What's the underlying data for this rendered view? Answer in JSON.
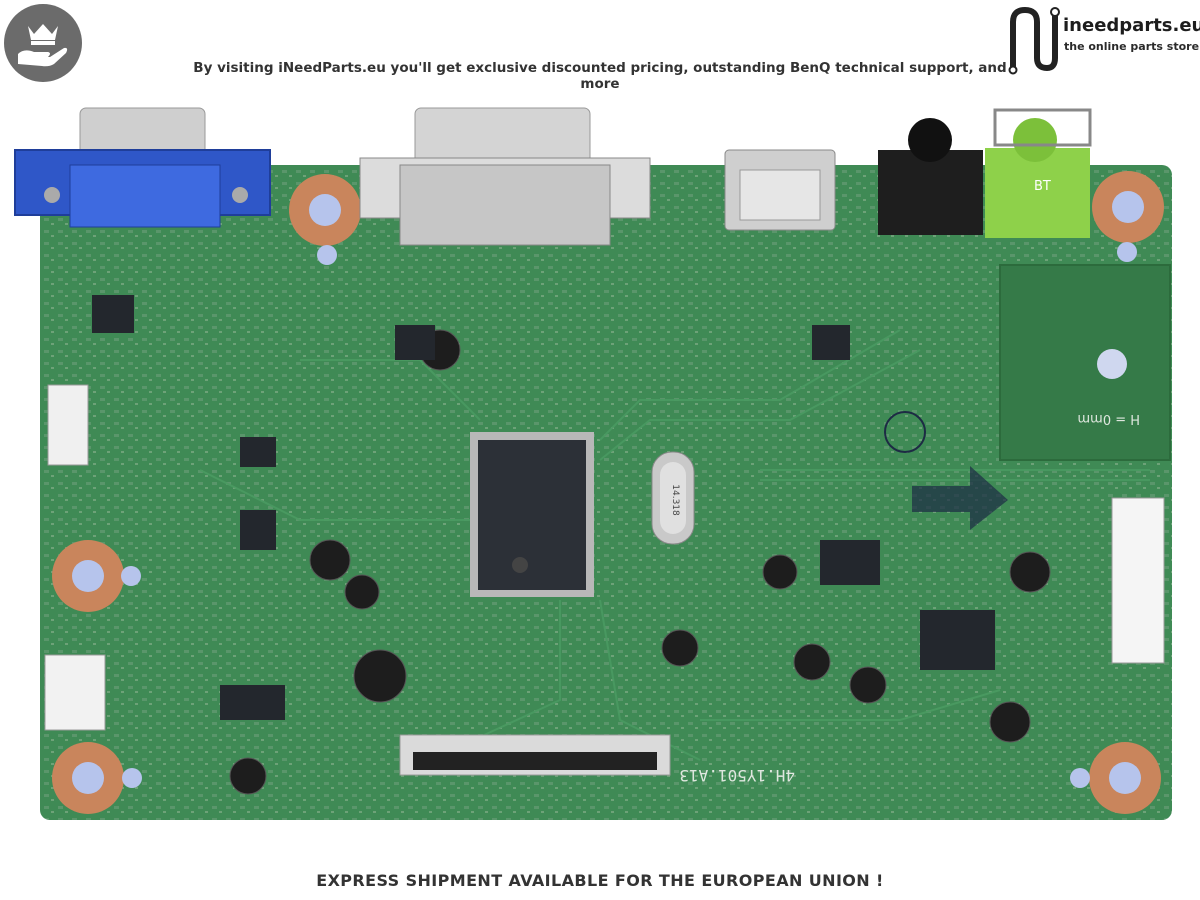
{
  "promo_text": "By visiting iNeedParts.eu you'll get exclusive discounted pricing, outstanding BenQ technical support, and more",
  "brand": {
    "name": "ineedparts.eu",
    "tagline": "the online parts store"
  },
  "footer_text": "EXPRESS SHIPMENT AVAILABLE FOR THE EUROPEAN UNION !",
  "board_markings": {
    "part_number": "4H.1Y501.A13",
    "crystal": "14.318",
    "height_note": "H = 0mm",
    "jack_label": "BT"
  },
  "colors": {
    "pcb": "#3f8a55",
    "badge": "#6b6b6b",
    "vga": "#2f57c8",
    "audio_jack": "#8ed14a"
  }
}
